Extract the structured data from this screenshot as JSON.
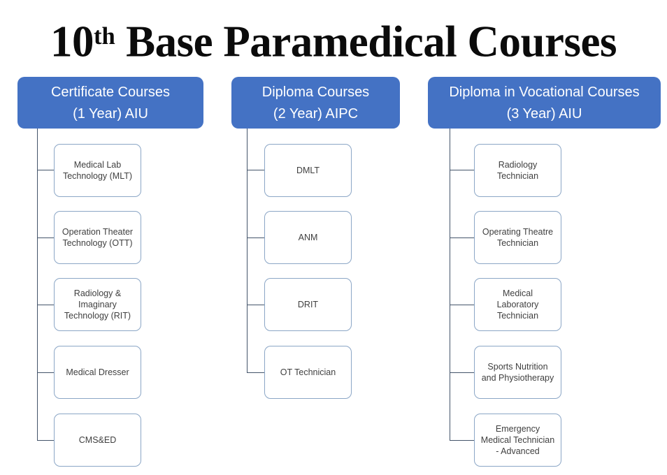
{
  "title": {
    "prefix": "10",
    "superscript": "th",
    "rest": " Base Paramedical Courses"
  },
  "columns": [
    {
      "header": {
        "line1": "Certificate Courses",
        "line2": "(1 Year) AIU"
      },
      "items": [
        {
          "label": "Medical Lab\nTechnology (MLT)"
        },
        {
          "label": "Operation Theater\nTechnology (OTT)"
        },
        {
          "label": "Radiology &\nImaginary\nTechnology (RIT)"
        },
        {
          "label": "Medical Dresser"
        },
        {
          "label": "CMS&ED"
        }
      ]
    },
    {
      "header": {
        "line1": "Diploma Courses",
        "line2": "(2 Year) AIPC"
      },
      "items": [
        {
          "label": "DMLT"
        },
        {
          "label": "ANM"
        },
        {
          "label": "DRIT"
        },
        {
          "label": "OT Technician"
        }
      ]
    },
    {
      "header": {
        "line1": "Diploma in Vocational Courses",
        "line2": "(3 Year) AIU"
      },
      "items": [
        {
          "label": "Radiology\nTechnician"
        },
        {
          "label": "Operating Theatre\nTechnician"
        },
        {
          "label": "Medical\nLaboratory\nTechnician"
        },
        {
          "label": "Sports Nutrition\nand Physiotherapy"
        },
        {
          "label": "Emergency\nMedical Technician\n- Advanced"
        }
      ]
    }
  ],
  "colors": {
    "header_fill": "#4472C4",
    "header_text": "#FFFFFF",
    "box_border": "#8BA6C6",
    "connector": "#44546A",
    "box_text": "#3F3F3F"
  }
}
